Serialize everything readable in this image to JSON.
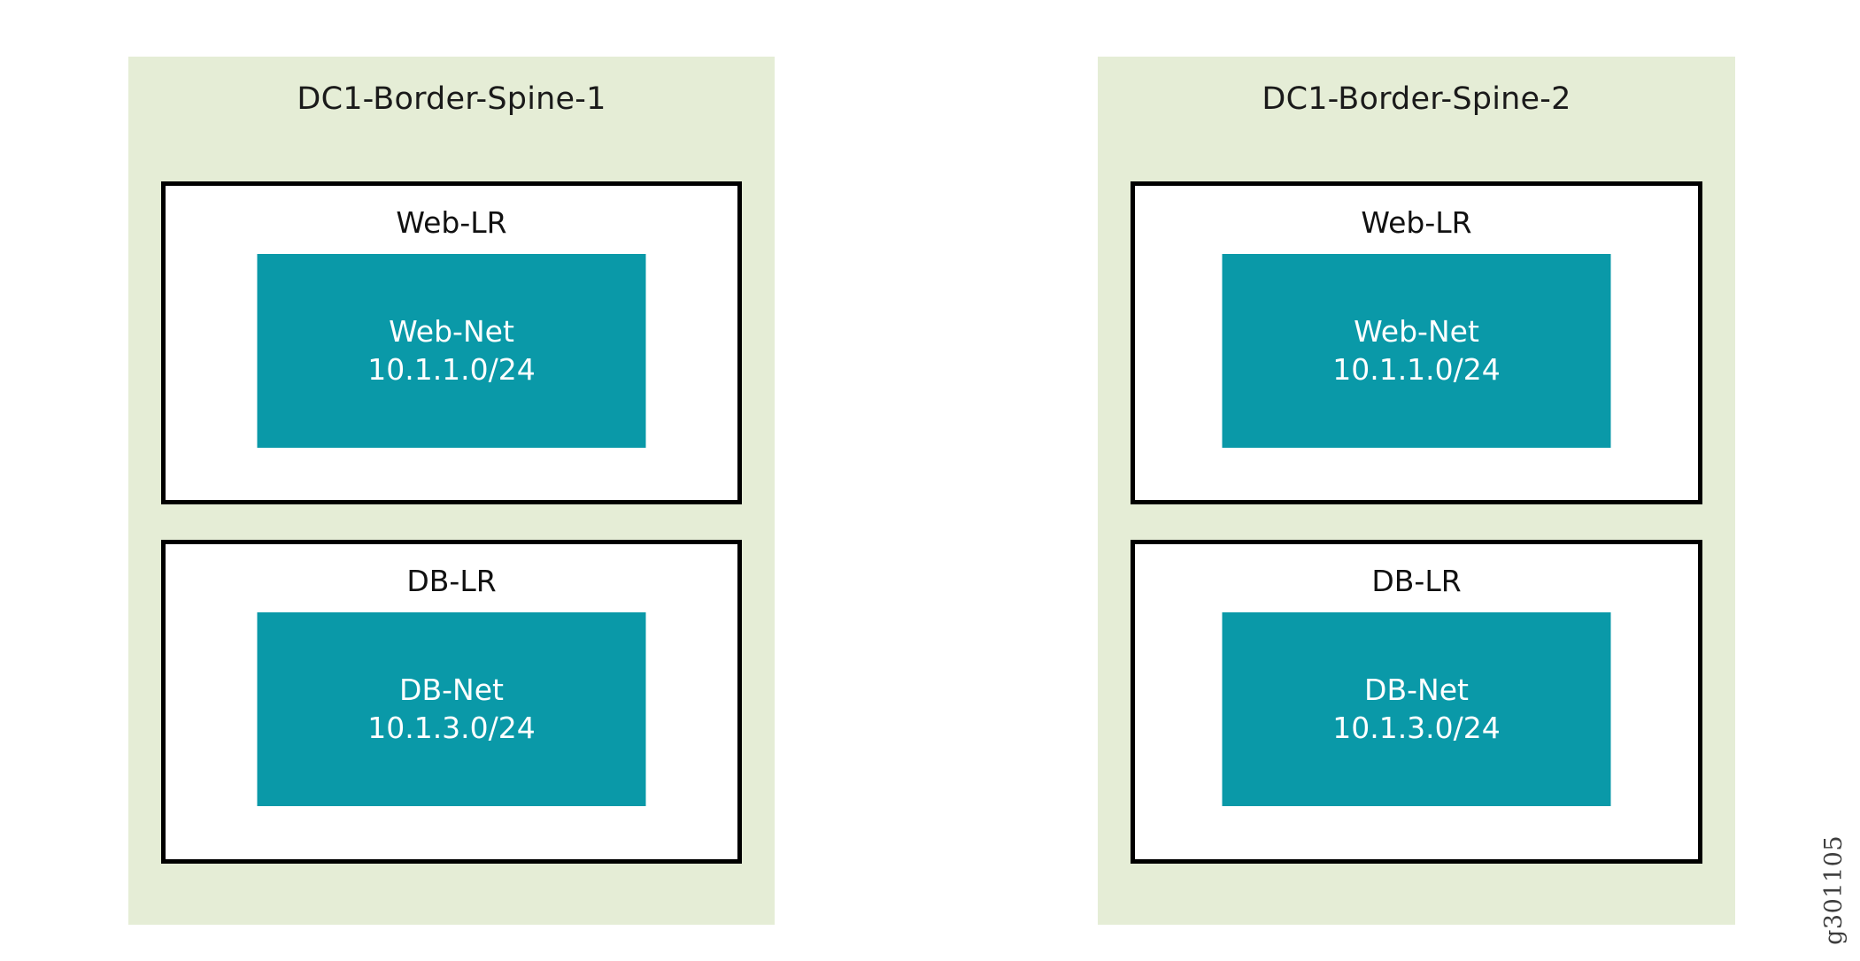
{
  "diagram": {
    "figure_id": "g301105",
    "colors": {
      "panel_background": "#E5EDD6",
      "router_box_background": "#FFFFFF",
      "router_box_border": "#000000",
      "network_block": "#0A99A8",
      "network_text": "#FFFFFF",
      "title_text": "#1A1A1A",
      "page_background": "#FFFFFF"
    },
    "devices": [
      {
        "name": "DC1-Border-Spine-1",
        "routers": [
          {
            "name": "Web-LR",
            "network": {
              "name": "Web-Net",
              "cidr": "10.1.1.0/24"
            }
          },
          {
            "name": "DB-LR",
            "network": {
              "name": "DB-Net",
              "cidr": "10.1.3.0/24"
            }
          }
        ]
      },
      {
        "name": "DC1-Border-Spine-2",
        "routers": [
          {
            "name": "Web-LR",
            "network": {
              "name": "Web-Net",
              "cidr": "10.1.1.0/24"
            }
          },
          {
            "name": "DB-LR",
            "network": {
              "name": "DB-Net",
              "cidr": "10.1.3.0/24"
            }
          }
        ]
      }
    ]
  }
}
